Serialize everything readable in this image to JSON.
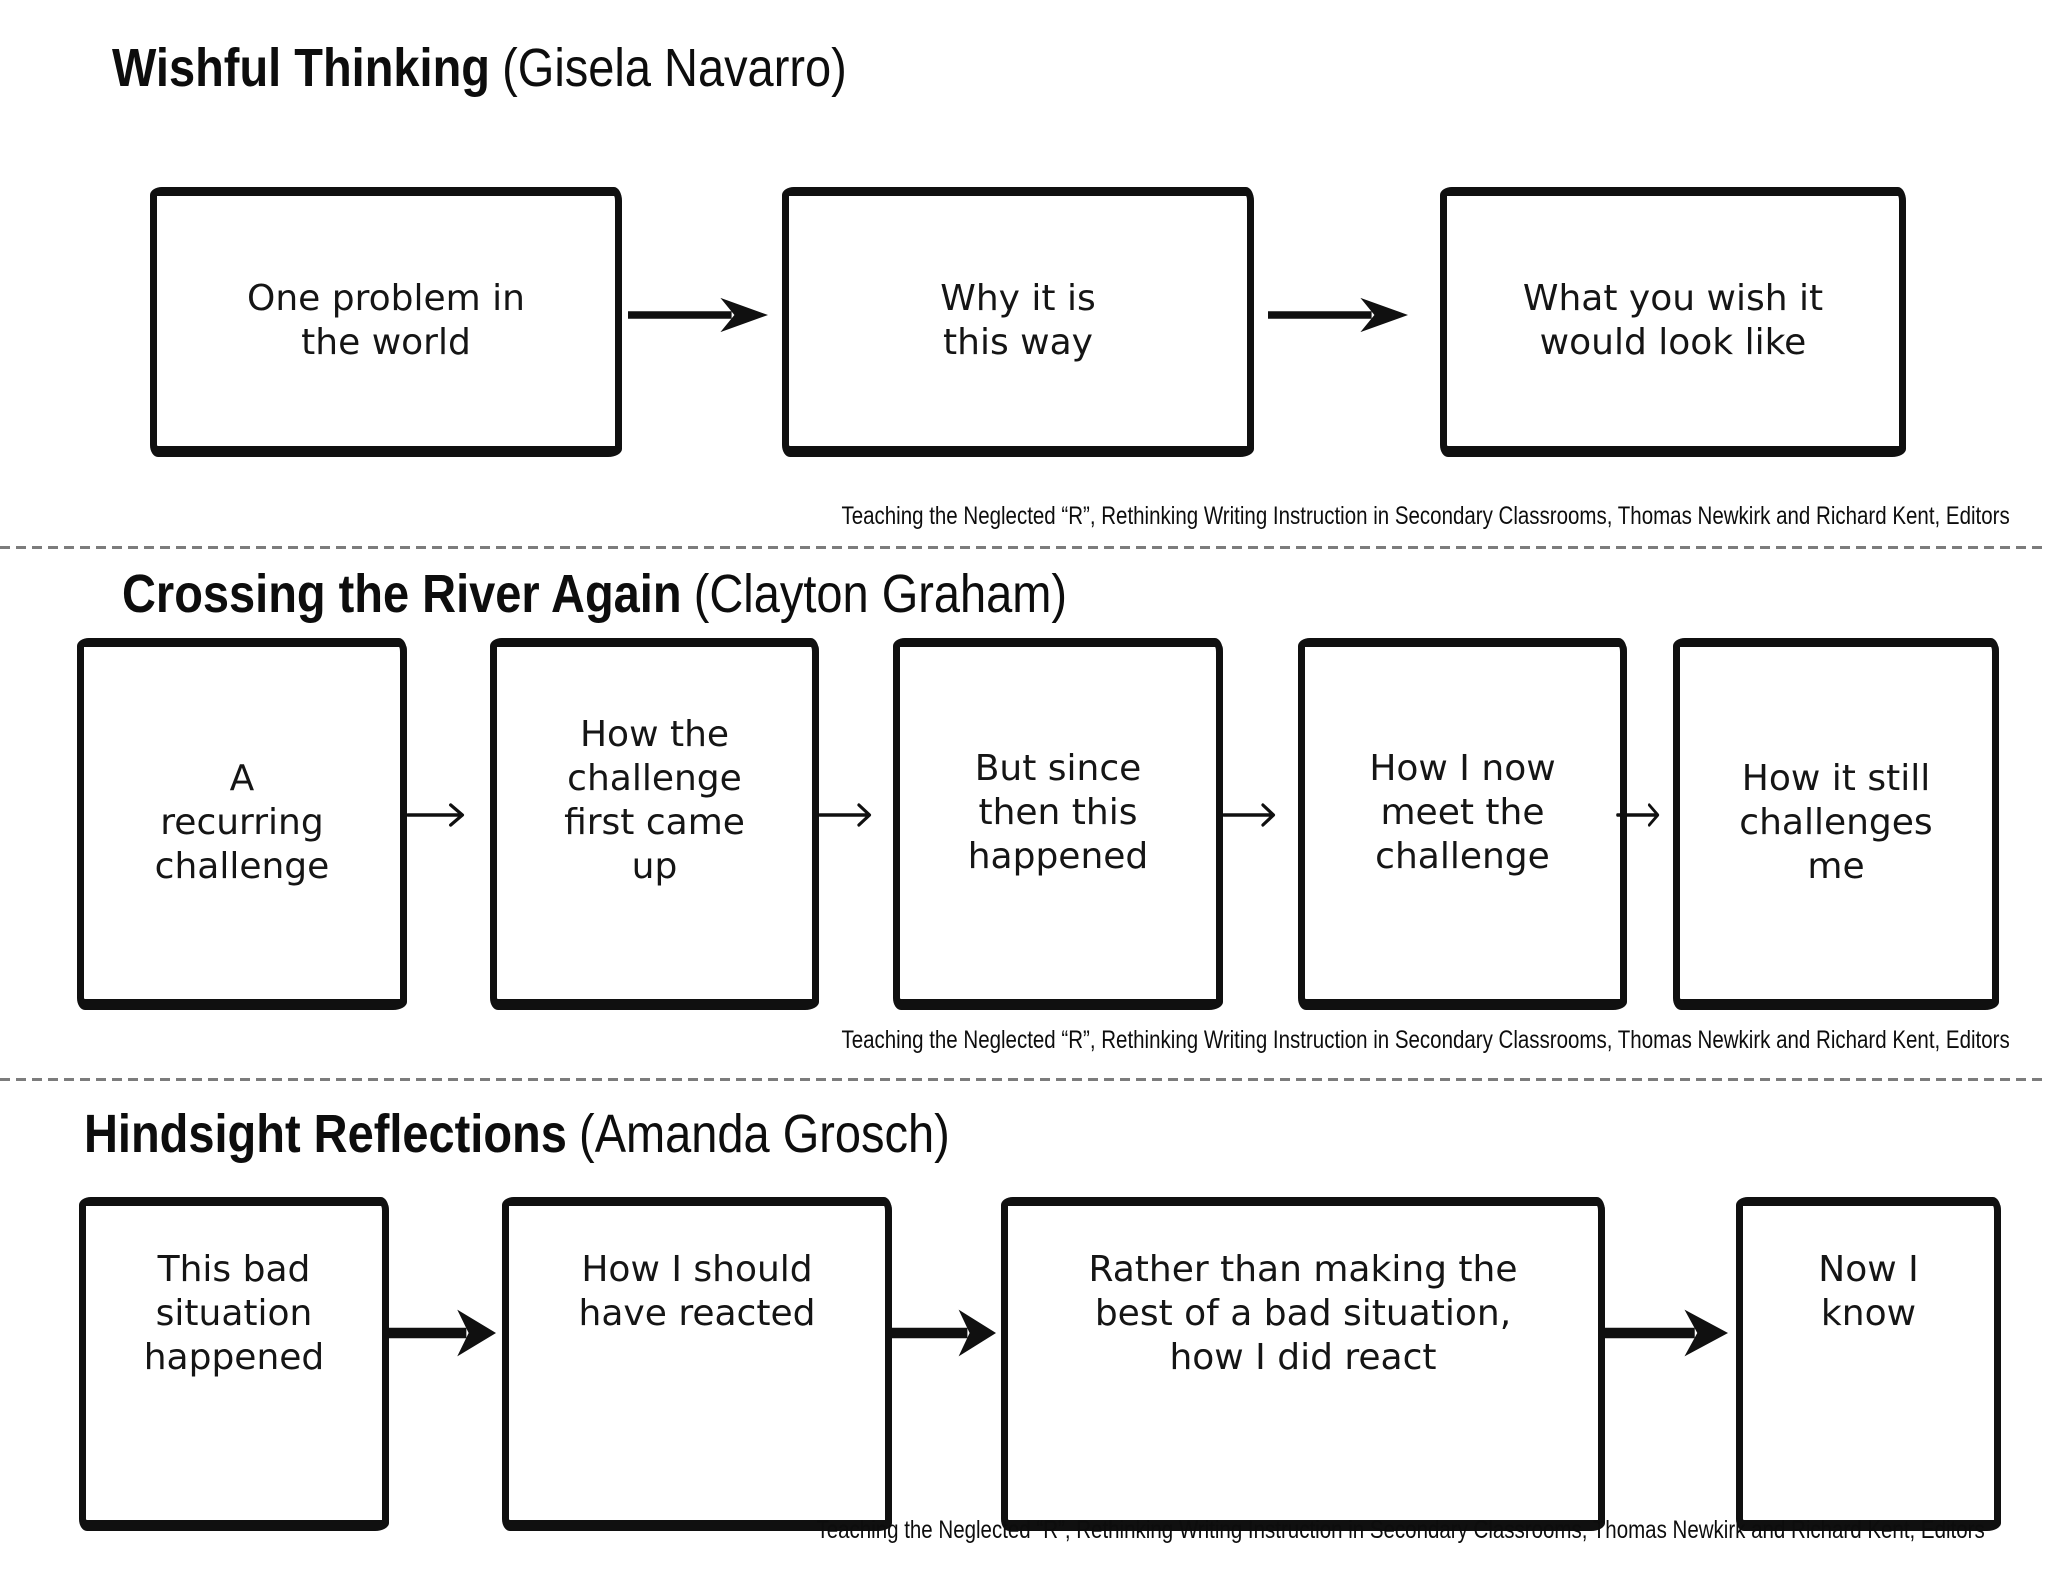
{
  "page": {
    "background": "#ffffff",
    "ink_color": "#101010",
    "divider_color": "#7c7c7c"
  },
  "source_credit": "Teaching the Neglected “R”, Rethinking Writing Instruction in Secondary Classrooms, Thomas Newkirk and Richard Kent, Editors",
  "icons": {
    "flow_arrow": "arrow-right-icon"
  },
  "sections": [
    {
      "title": "Wishful Thinking",
      "author": "(Gisela Navarro)",
      "boxes": [
        "One problem in\nthe world",
        "Why it is\nthis way",
        "What you wish it\nwould look like"
      ]
    },
    {
      "title": "Crossing the River Again",
      "author": "(Clayton Graham)",
      "boxes": [
        "A\nrecurring\nchallenge",
        "How the\nchallenge\nfirst came\nup",
        "But since\nthen this\nhappened",
        "How I now\nmeet the\nchallenge",
        "How it still\nchallenges\nme"
      ]
    },
    {
      "title": "Hindsight Reflections",
      "author": "(Amanda Grosch)",
      "boxes": [
        "This bad\nsituation\nhappened",
        "How I should\nhave reacted",
        "Rather than making the\nbest of a bad situation,\nhow I did react",
        "Now I\nknow"
      ]
    }
  ]
}
